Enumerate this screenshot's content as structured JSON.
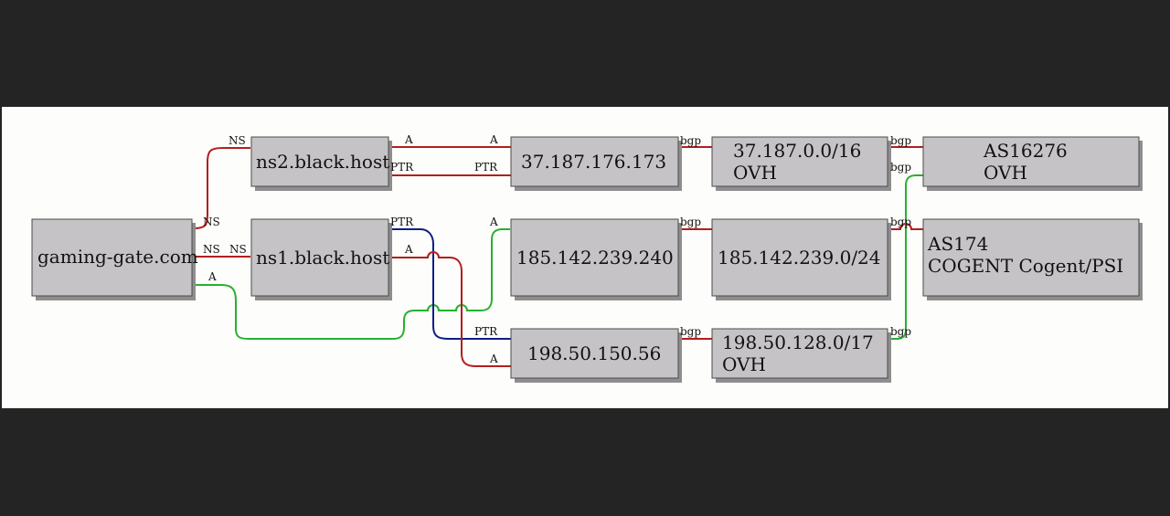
{
  "colors": {
    "edge_red": "#b21e1e",
    "edge_green": "#27b030",
    "edge_blue": "#0c1e86",
    "node_fill": "#c5c3c6",
    "backdrop": "#242424",
    "canvas": "#fdfdfb"
  },
  "nodes": {
    "domain": {
      "lines": [
        "gaming-gate.com"
      ]
    },
    "ns2": {
      "lines": [
        "ns2.black.host"
      ]
    },
    "ns1": {
      "lines": [
        "ns1.black.host"
      ]
    },
    "ip1": {
      "lines": [
        "37.187.176.173"
      ]
    },
    "ip2": {
      "lines": [
        "185.142.239.240"
      ]
    },
    "ip3": {
      "lines": [
        "198.50.150.56"
      ]
    },
    "net1": {
      "lines": [
        "37.187.0.0/16",
        "OVH"
      ]
    },
    "net2": {
      "lines": [
        "185.142.239.0/24"
      ]
    },
    "net3": {
      "lines": [
        "198.50.128.0/17",
        "OVH"
      ]
    },
    "as1": {
      "lines": [
        "AS16276",
        "OVH"
      ]
    },
    "as2": {
      "lines": [
        "AS174",
        "COGENT Cogent/PSI"
      ]
    }
  },
  "edges": {
    "domain_ns2": {
      "type": "NS",
      "start_label": "",
      "end_label": "NS"
    },
    "domain_ns1": {
      "type": "NS",
      "start_label": "NS",
      "end_label": "NS"
    },
    "domain_ip2": {
      "type": "A",
      "start_label": "A",
      "end_label": "A"
    },
    "ns2_ip1_a": {
      "type": "A",
      "start_label": "A",
      "end_label": "A"
    },
    "ns2_ip1_ptr": {
      "type": "PTR",
      "start_label": "PTR",
      "end_label": "PTR"
    },
    "ns1_ip3_ptr": {
      "type": "PTR",
      "start_label": "PTR",
      "end_label": "PTR"
    },
    "ns1_ip3_a": {
      "type": "A",
      "start_label": "A",
      "end_label": "A"
    },
    "ip1_net1": {
      "type": "bgp",
      "label": "bgp"
    },
    "ip2_net2": {
      "type": "bgp",
      "label": "bgp"
    },
    "ip3_net3": {
      "type": "bgp",
      "label": "bgp"
    },
    "net1_as1": {
      "type": "bgp",
      "label": "bgp"
    },
    "net2_as2": {
      "type": "bgp",
      "label": "bgp"
    },
    "net3_as1": {
      "type": "bgp",
      "label": "bgp",
      "end_label": "bgp"
    }
  }
}
